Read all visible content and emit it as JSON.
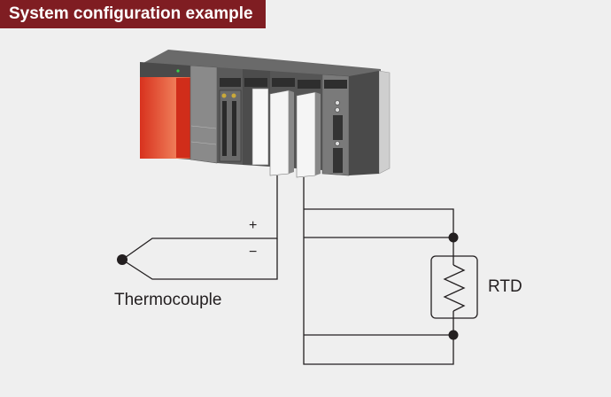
{
  "header": {
    "title": "System configuration example"
  },
  "diagram": {
    "components": [
      {
        "id": "plc-rack",
        "label": ""
      },
      {
        "id": "thermocouple",
        "label": "Thermocouple"
      },
      {
        "id": "rtd",
        "label": "RTD"
      }
    ],
    "polarity": {
      "plus": "+",
      "minus": "−"
    },
    "colors": {
      "title_bg": "#7f1d22",
      "cpu_red": "#d9321f",
      "line": "#231f20",
      "background": "#efefef"
    }
  }
}
